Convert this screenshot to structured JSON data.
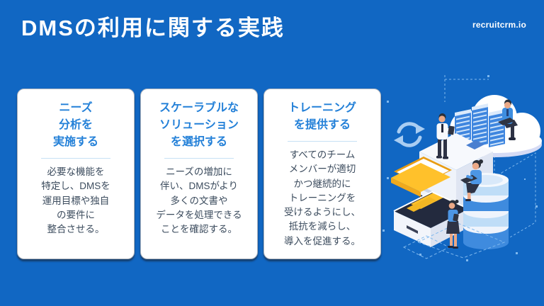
{
  "slide": {
    "title": "DMSの利用に関する実践",
    "brand": "recruitcrm.io"
  },
  "cards": [
    {
      "heading": "ニーズ\n分析を\n実施する",
      "body": "必要な機能を\n特定し、DMSを\n運用目標や独自\nの要件に\n整合させる。"
    },
    {
      "heading": "スケーラブルな\nソリューション\nを選択する",
      "body": "ニーズの増加に\n伴い、DMSがより\n多くの文書や\nデータを処理できる\nことを確認する。"
    },
    {
      "heading": "トレーニング\nを提供する",
      "body": "すべてのチーム\nメンバーが適切\nかつ継続的に\nトレーニングを\n受けるようにし、\n抵抗を減らし、\n導入を促進する。"
    }
  ],
  "illustration": {
    "alt": "Isometric illustration of cloud document management: workers with laptops and tablets around a cloud of server racks, a white server tower, a database cylinder stack, yellow folders and an open file drawer"
  },
  "colors": {
    "bg": "#1167C3",
    "card-bg": "#FFFFFF",
    "heading": "#2380D8",
    "body": "#3C4C5E",
    "divider": "#C7E0F4",
    "title": "#FFFFFF"
  }
}
